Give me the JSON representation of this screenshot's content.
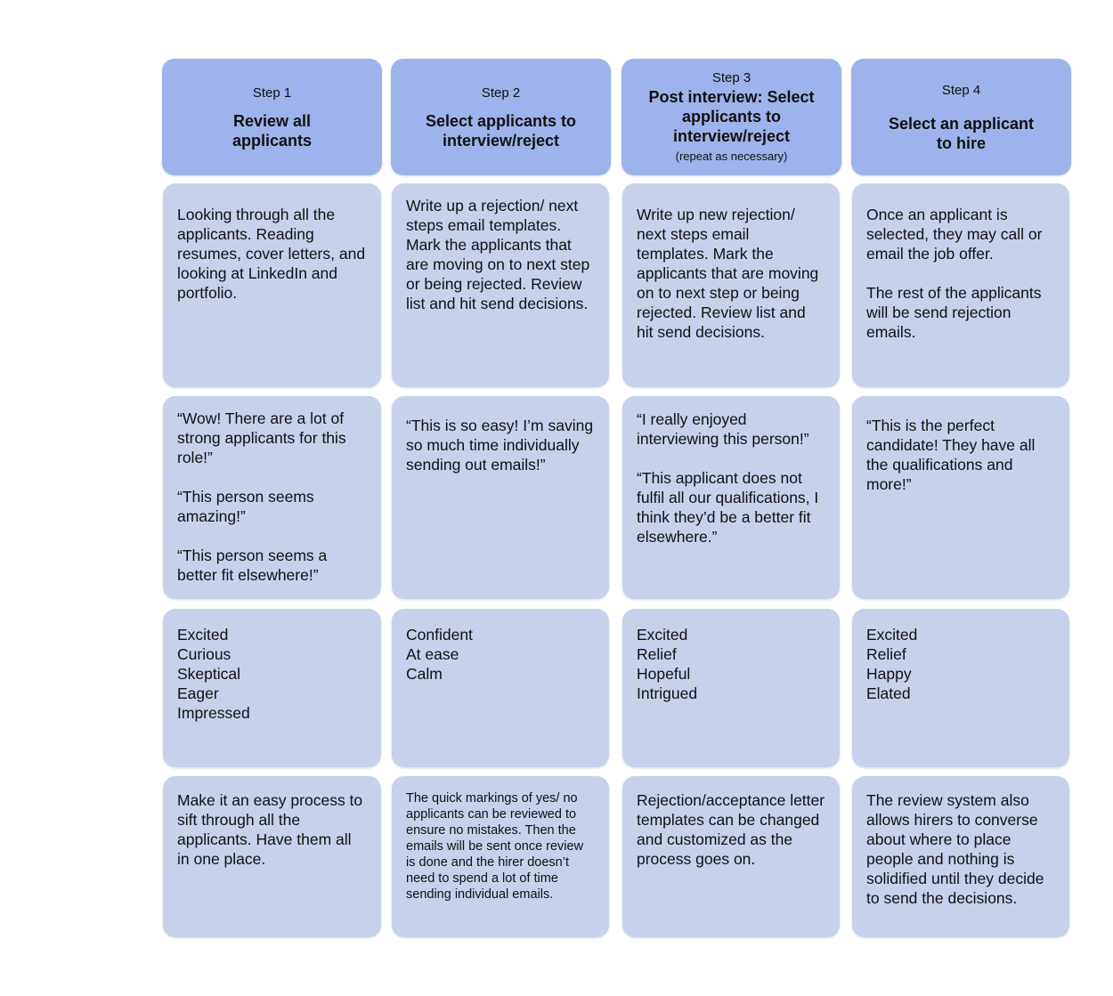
{
  "steps": [
    {
      "label": "Step 1",
      "title": "Review all\napplicants",
      "note": "",
      "description": "Looking through all the applicants. Reading resumes, cover letters, and looking at LinkedIn and portfolio.",
      "quotes": "“Wow! There are a lot of strong applicants for this role!”\n\n“This person seems amazing!”\n\n“This person seems a better fit elsewhere!”",
      "feelings": "Excited\nCurious\nSkeptical\nEager\nImpressed",
      "opportunity": "Make it an easy process to sift through all the applicants. Have them all in one place."
    },
    {
      "label": "Step 2",
      "title": "Select applicants to\ninterview/reject",
      "note": "",
      "description": "Write up a rejection/ next steps email templates. Mark the applicants that are moving on to next step or being rejected. Review list and hit send decisions.",
      "quotes": "“This is so easy! I’m saving so much time individually sending out emails!”",
      "feelings": "Confident\nAt ease\nCalm",
      "opportunity": "The quick markings of yes/ no applicants can be reviewed to ensure no mistakes. Then the emails will be sent once review is done and the hirer doesn’t need to spend a lot of time sending individual emails."
    },
    {
      "label": "Step 3",
      "title": "Post interview: Select\napplicants to\ninterview/reject",
      "note": "(repeat as necessary)",
      "description": "Write up new rejection/ next steps email templates. Mark the applicants that are moving on to next step or being rejected. Review list and hit send decisions.",
      "quotes": "“I really enjoyed interviewing this person!”\n\n“This applicant does not fulfil all our qualifications, I think they’d be a better fit elsewhere.”",
      "feelings": "Excited\nRelief\nHopeful\nIntrigued",
      "opportunity": "Rejection/acceptance letter templates can be changed and customized as the process goes on."
    },
    {
      "label": "Step 4",
      "title": "Select an applicant\nto hire",
      "note": "",
      "description": "Once an applicant is selected, they may call or email the job offer.\n\nThe rest of the applicants will be send rejection emails.",
      "quotes": "“This is the perfect candidate! They have all the qualifications and more!”",
      "feelings": "Excited\nRelief\nHappy\nElated",
      "opportunity": "The review system also allows hirers to converse about where to place people and nothing is solidified until they decide to send the decisions."
    }
  ],
  "colors": {
    "header": "#9db3eb",
    "cell": "#c7d1eb",
    "text": "#111111"
  }
}
